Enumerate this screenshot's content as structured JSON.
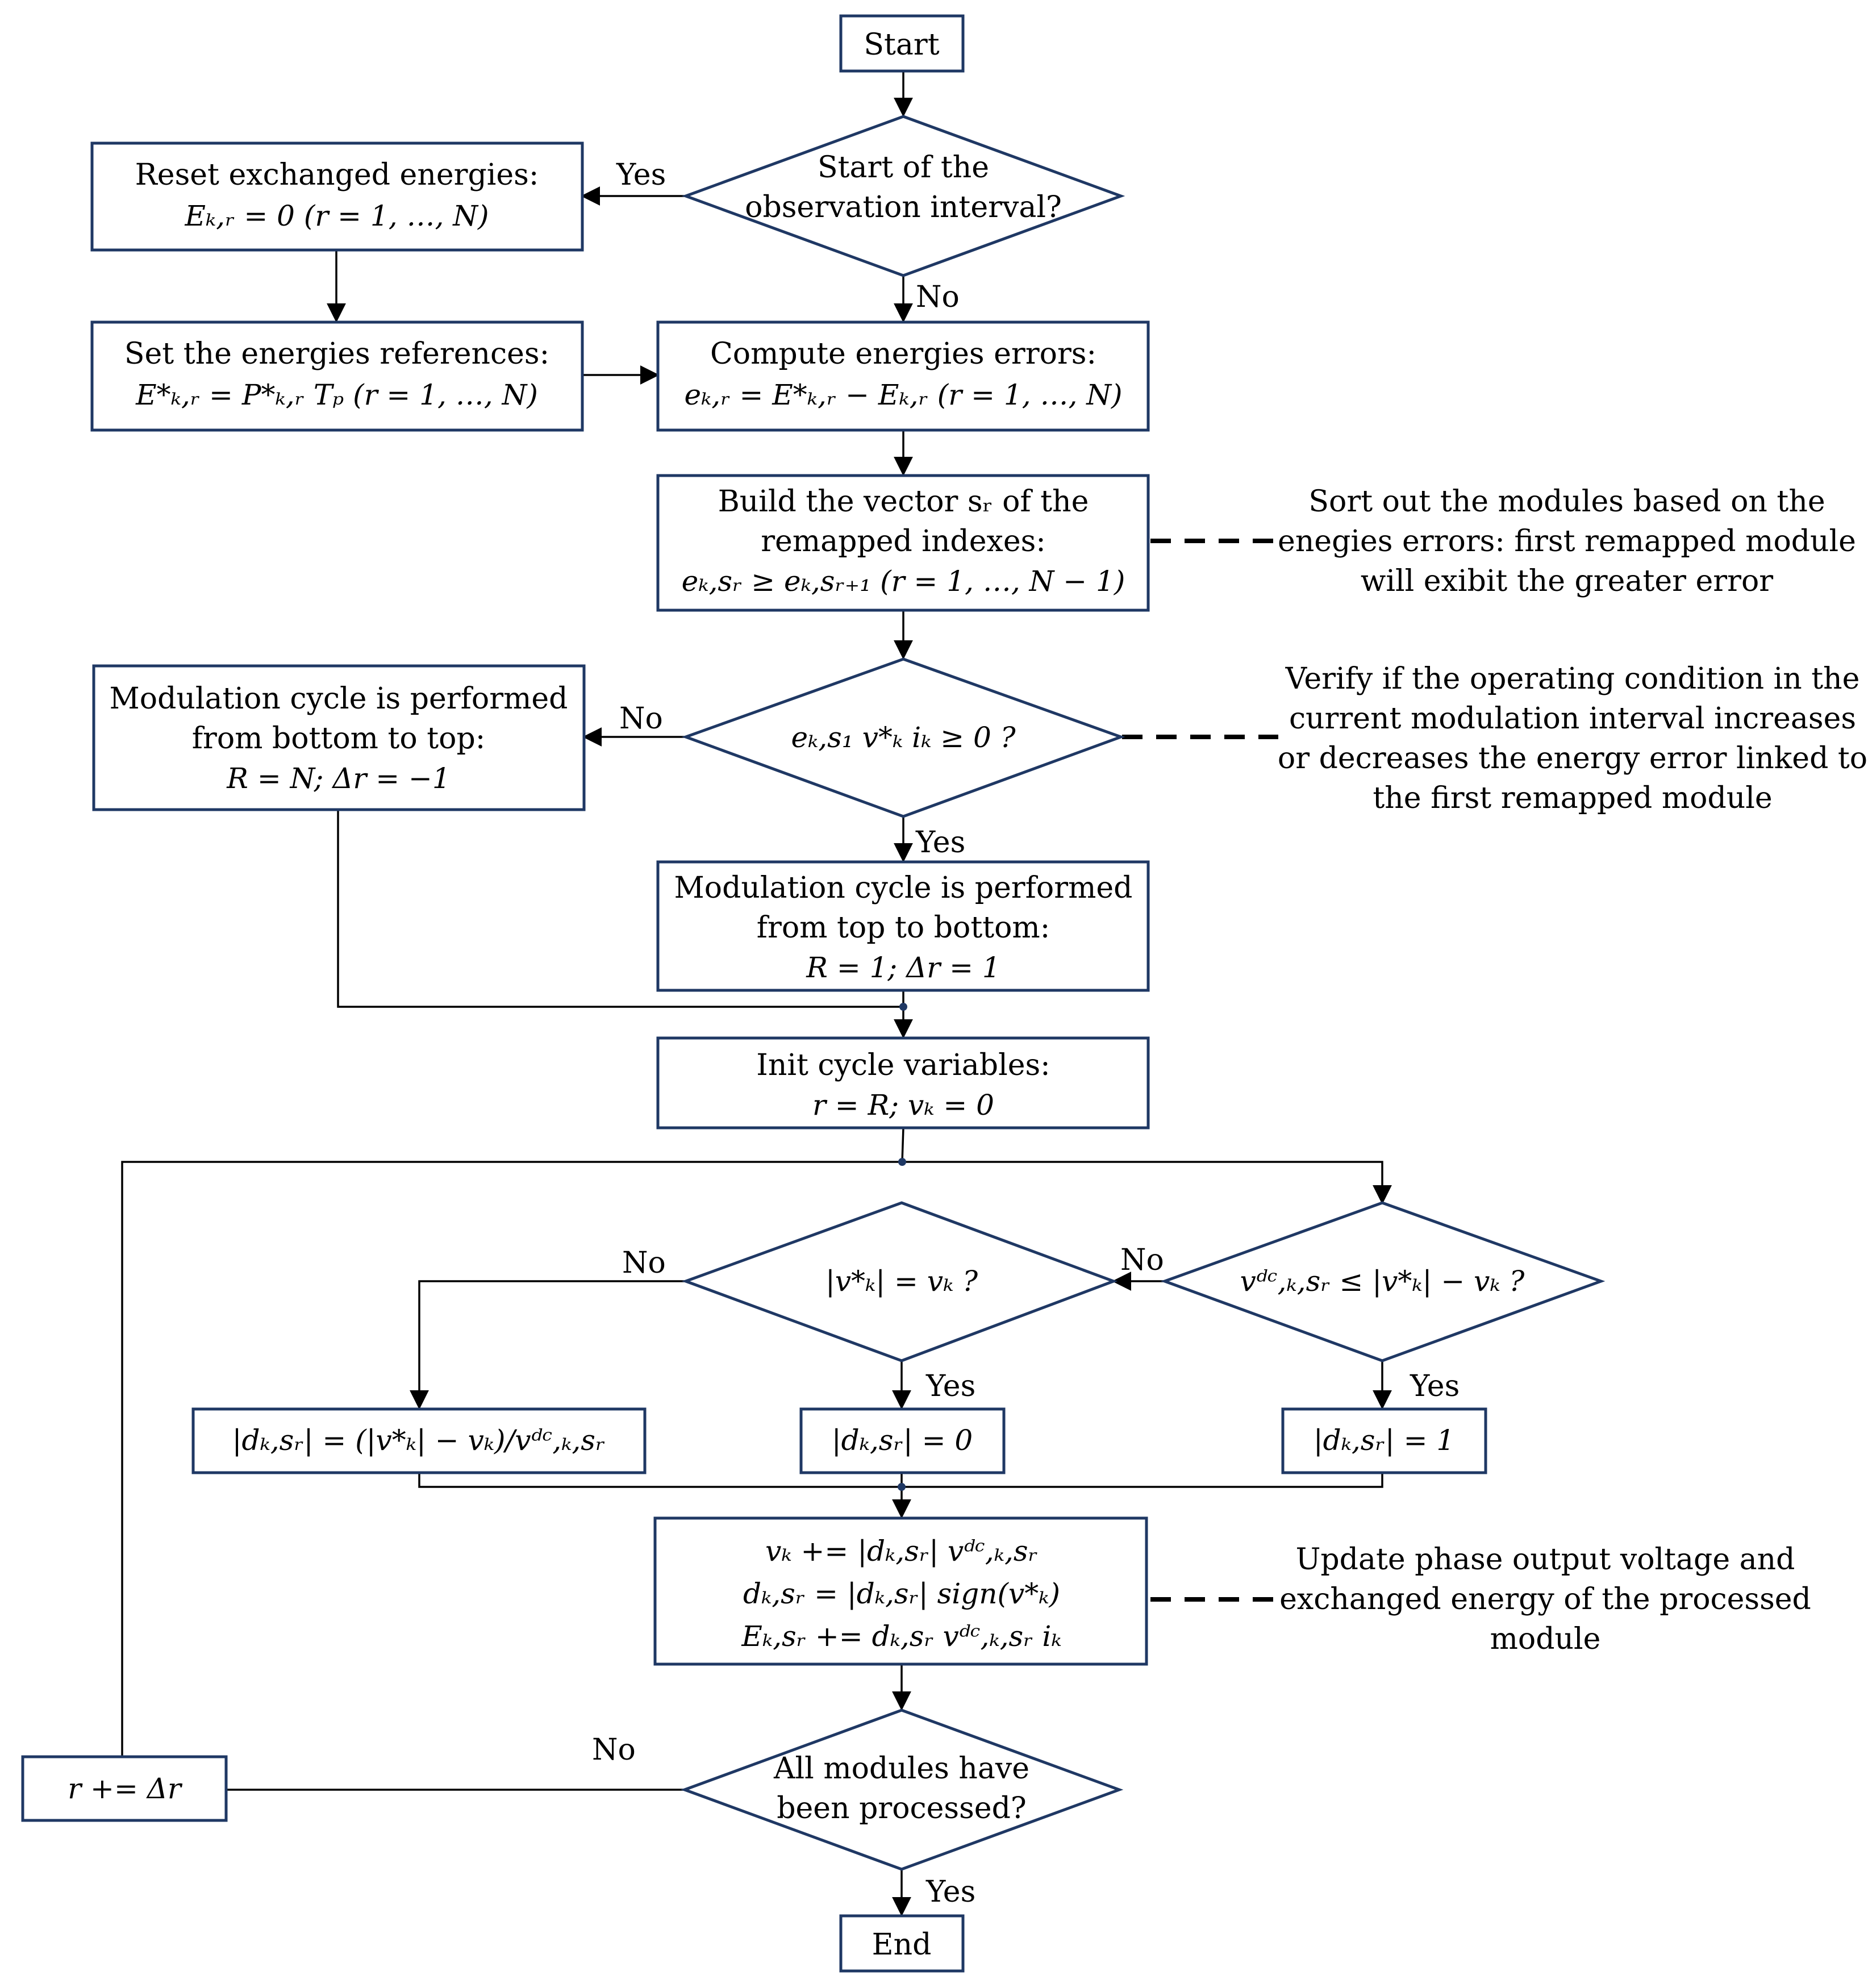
{
  "nodes": {
    "start": "Start",
    "decision_interval": [
      "Start of the",
      "observation interval?"
    ],
    "reset_energies": [
      "Reset exchanged energies:",
      "Eₖ,ᵣ = 0    (r = 1, …, N)"
    ],
    "set_references": [
      "Set the energies references:",
      "E*ₖ,ᵣ = P*ₖ,ᵣ Tₚ   (r = 1, …, N)"
    ],
    "compute_errors": [
      "Compute energies errors:",
      "eₖ,ᵣ = E*ₖ,ᵣ − Eₖ,ᵣ   (r = 1, …, N)"
    ],
    "build_vector": [
      "Build the vector sᵣ of the",
      "remapped indexes:",
      "eₖ,sᵣ ≥ eₖ,sᵣ₊₁   (r = 1, …, N − 1)"
    ],
    "decision_sign": "eₖ,s₁ v*ₖ iₖ ≥ 0 ?",
    "bottom_to_top": [
      "Modulation cycle is performed",
      "from bottom to top:",
      "R = N;  Δr = −1"
    ],
    "top_to_bottom": [
      "Modulation cycle is performed",
      "from top to bottom:",
      "R = 1;  Δr = 1"
    ],
    "init_cycle": [
      "Init cycle variables:",
      "r = R;  vₖ = 0"
    ],
    "decision_vdc": "vᵈᶜ,ₖ,sᵣ ≤ |v*ₖ| − vₖ ?",
    "decision_equal": "|v*ₖ| = vₖ ?",
    "duty_partial": "|dₖ,sᵣ| = (|v*ₖ| − vₖ)/vᵈᶜ,ₖ,sᵣ",
    "duty_zero": "|dₖ,sᵣ| = 0",
    "duty_one": "|dₖ,sᵣ| = 1",
    "update": [
      "vₖ += |dₖ,sᵣ| vᵈᶜ,ₖ,sᵣ",
      "dₖ,sᵣ = |dₖ,sᵣ| sign(v*ₖ)",
      "Eₖ,sᵣ += dₖ,sᵣ vᵈᶜ,ₖ,sᵣ iₖ"
    ],
    "increment": "r += Δr",
    "decision_all": [
      "All modules have",
      "been processed?"
    ],
    "end": "End"
  },
  "branch_labels": {
    "yes": "Yes",
    "no": "No"
  },
  "notes": {
    "sort": [
      "Sort out the modules based on the",
      "enegies errors: first remapped module",
      "will exibit the greater error"
    ],
    "verify": [
      "Verify if the operating condition in the",
      "current modulation interval increases",
      "or decreases the energy error linked to",
      "the first remapped module"
    ],
    "update": [
      "Update phase output voltage and",
      "exchanged energy of the processed",
      "module"
    ]
  },
  "colors": {
    "node_border": "#1f3864",
    "connector": "#000000",
    "background": "#ffffff"
  }
}
